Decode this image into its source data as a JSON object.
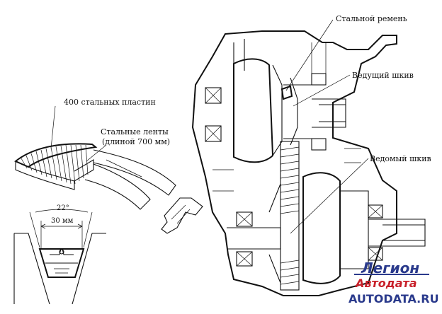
{
  "labels": {
    "plates": "400 стальных пластин",
    "bands_line1": "Стальные ленты",
    "bands_line2": "(длиной 700 мм)",
    "angle": "22°",
    "width": "30 мм",
    "steel_belt": "Стальной ремень",
    "drive_pulley": "Ведущий шкив",
    "driven_pulley": "Ведомый шкив"
  },
  "watermark": {
    "line1": "Легион",
    "line2": "Автодата",
    "line3": "AUTODATA.RU",
    "colors": {
      "primary": "#2a3a8c",
      "accent": "#c8202a"
    }
  }
}
